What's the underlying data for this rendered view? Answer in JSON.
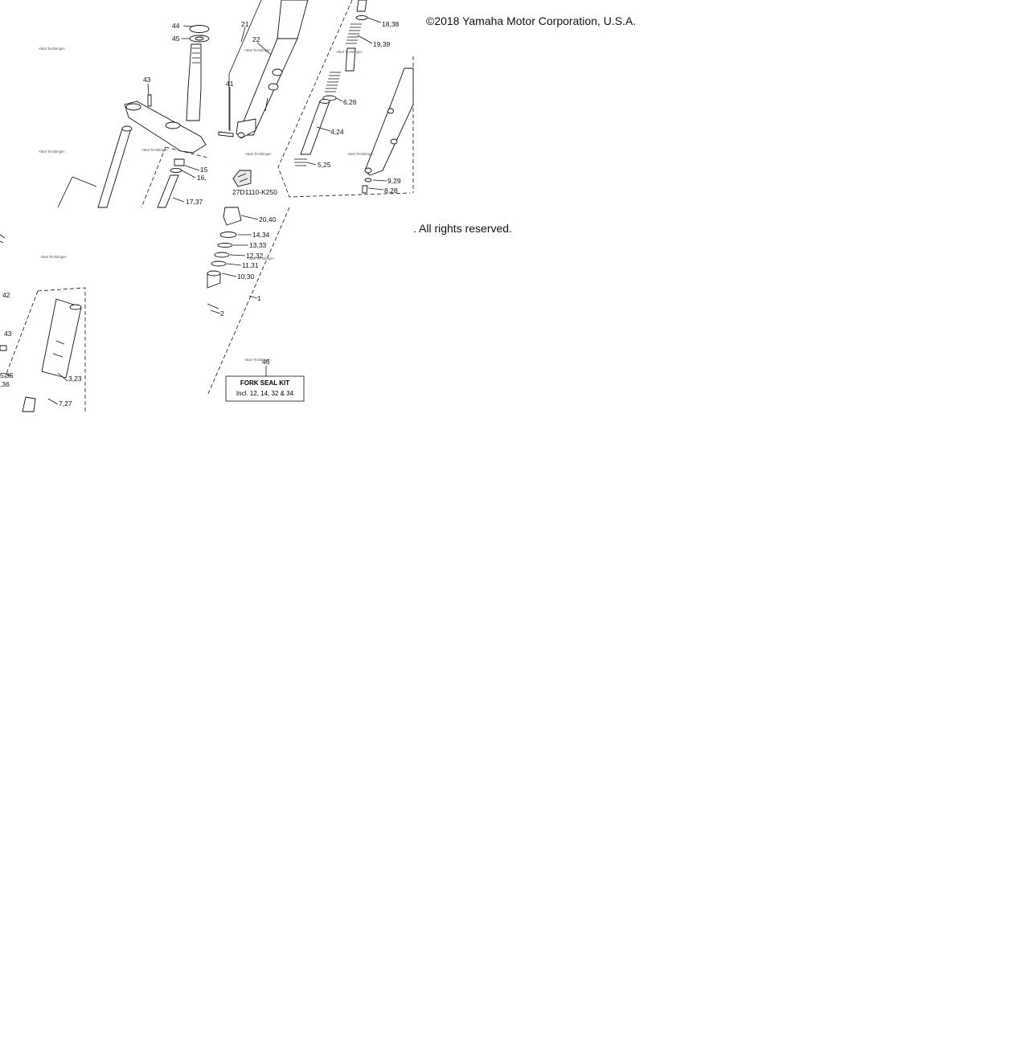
{
  "copyright": {
    "line1": "©2018 Yamaha Motor Corporation, U.S.A.",
    "line2": ". All rights reserved."
  },
  "watermark_text": "<Bart Techdirigen",
  "callouts": {
    "c44": "44",
    "c45": "45",
    "c43a": "43",
    "c15": "15",
    "c16": "16,",
    "c1737": "17,37",
    "c21": "21",
    "c22": "22",
    "c41": "41",
    "c1838": "18,38",
    "c1939": "19,39",
    "c626": "6,26",
    "c424": "4,24",
    "c525": "5,25",
    "c929": "9,29",
    "c828": "8,28",
    "c2040": "20,40",
    "c1434": "14,34",
    "c1333": "13,33",
    "c1232": "12,32",
    "c1131": "11,31",
    "c1030": "10,30",
    "c2": "2",
    "c1": "1",
    "c46": "46",
    "c42": "42",
    "c43b": "43",
    "c535": "5,35",
    "c36": ",36",
    "c323": "3,23",
    "c727": "7,27"
  },
  "tool_label": "27D1110-K250",
  "kit": {
    "title": "FORK SEAL KIT",
    "contents": "Incl. 12, 14, 32 & 34"
  }
}
